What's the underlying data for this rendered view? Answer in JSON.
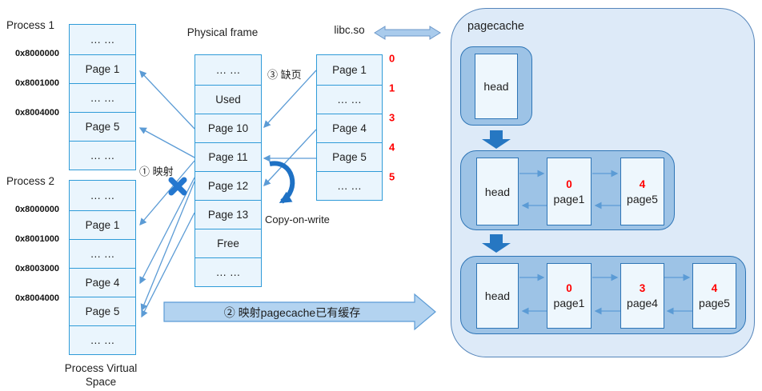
{
  "palette": {
    "cell_fill": "#eaf5fd",
    "cell_border": "#2f9bd8",
    "thin_arrow": "#5b9bd5",
    "group_fill": "#9dc3e6",
    "group_border": "#2e75b6",
    "box_fill": "#eef7fd",
    "outer_fill": "#ddeaf8",
    "block_arrow": "#2677c2",
    "big_arrow_fill": "#b3d3f0",
    "offset_red": "#ff0000"
  },
  "process1": {
    "title": "Process 1",
    "rows": [
      "… …",
      "Page 1",
      "… …",
      "Page 5",
      "… …"
    ],
    "addresses": [
      "0x8000000",
      "0x8001000",
      "0x8004000"
    ]
  },
  "process2": {
    "title": "Process 2",
    "rows": [
      "… …",
      "Page 1",
      "… …",
      "Page 4",
      "Page 5",
      "… …"
    ],
    "addresses": [
      "0x8000000",
      "0x8001000",
      "0x8003000",
      "0x8004000"
    ],
    "caption": "Process Virtual Space"
  },
  "physical": {
    "title": "Physical frame",
    "rows": [
      "… …",
      "Used",
      "Page 10",
      "Page 11",
      "Page 12",
      "Page 13",
      "Free",
      "… …"
    ]
  },
  "libc": {
    "title": "libc.so",
    "rows": [
      "Page 1",
      "… …",
      "Page 4",
      "Page 5",
      "… …"
    ],
    "offsets": [
      "0",
      "1",
      "3",
      "4",
      "5"
    ]
  },
  "annotations": {
    "map": "① 映射",
    "cached": "② 映射pagecache已有缓存",
    "fault": "③ 缺页",
    "cow": "Copy-on-write"
  },
  "pagecache": {
    "title": "pagecache",
    "states": [
      {
        "nodes": [
          {
            "label": "head"
          }
        ]
      },
      {
        "nodes": [
          {
            "label": "head"
          },
          {
            "idx": "0",
            "label": "page1"
          },
          {
            "idx": "4",
            "label": "page5"
          }
        ]
      },
      {
        "nodes": [
          {
            "label": "head"
          },
          {
            "idx": "0",
            "label": "page1"
          },
          {
            "idx": "3",
            "label": "page4"
          },
          {
            "idx": "4",
            "label": "page5"
          }
        ]
      }
    ]
  }
}
